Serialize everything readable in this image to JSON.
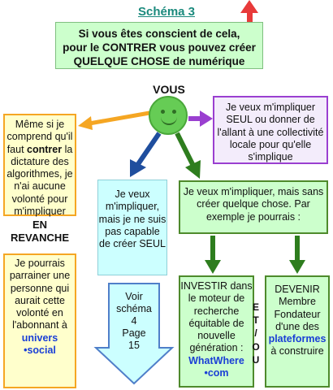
{
  "title": "Schéma 3",
  "top": {
    "line1": "Si vous êtes conscient de cela,",
    "line2": "pour le CONTRER vous pouvez créer",
    "line3": "QUELQUE CHOSE de numérique"
  },
  "vous": "VOUS",
  "left_top": {
    "p1": "Même si je comprend qu'il faut ",
    "bold": "contrer",
    "p2": " la dictature des algorithmes, je n'ai aucune volonté pour m'impliquer"
  },
  "revanche": {
    "l1": "EN",
    "l2": "REVANCHE"
  },
  "left_bottom": {
    "text": "Je pourrais parrainer une personne qui aurait cette volonté en l'abonnant à",
    "link1": "univers",
    "link2": "•social"
  },
  "purple_box": "Je veux m'impliquer SEUL ou donner de l'allant à une collectivité locale pour qu'elle s'implique",
  "cyan_box": "Je veux m'impliquer, mais je ne suis pas capable de créer SEUL",
  "cyan_arrow": {
    "l1": "Voir",
    "l2": "schéma",
    "l3": "4",
    "l4": "Page",
    "l5": "15"
  },
  "green_box": "Je veux m'impliquer, mais sans créer quelque chose. Par exemple je pourrais :",
  "invest": {
    "text": "INVESTIR dans le moteur de recherche équitable de nouvelle génération :",
    "link1": "WhatWhere",
    "link2": "•com"
  },
  "etou": [
    "E",
    "T",
    "/",
    "O",
    "U"
  ],
  "devenir": {
    "text": "DEVENIR Membre Fondateur d'une des",
    "link": "plateformes",
    "text2": "à construire"
  },
  "colors": {
    "orange": "#f5a623",
    "purple": "#9a3fd0",
    "blue_arrow": "#1f4e9e",
    "green_arrow": "#2e7d1e",
    "red_arrow": "#e83a3a",
    "link_blue": "#1a3fd6"
  }
}
